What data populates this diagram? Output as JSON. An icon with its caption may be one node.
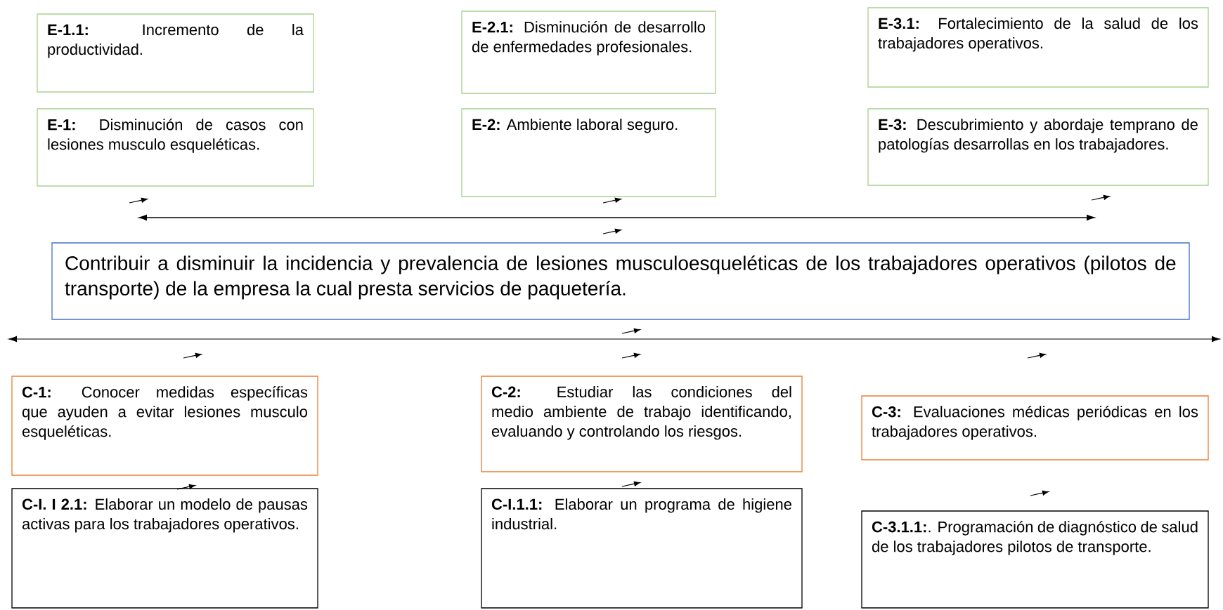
{
  "diagram": {
    "nodes": [
      {
        "text": [
          "**E-1.1:** Incremento de la productividad."
        ]
      },
      {
        "text": [
          "**E-2.1:** Disminución de desarrollo de enfermedades profesionales."
        ]
      },
      {
        "text": [
          "**E-3.1:** Fortalecimiento de la salud de los trabajadores operativos."
        ]
      },
      {
        "text": [
          "**E-1:** Disminución de casos con lesiones musculo esqueléticas."
        ]
      },
      {
        "text": [
          "**E-2:** Ambiente laboral seguro."
        ]
      },
      {
        "text": [
          "**E-3:** Descubrimiento y abordaje temprano de patologías desarrollas en los trabajadores."
        ]
      },
      {
        "text": [
          "Contribuir a disminuir la incidencia y prevalencia de lesiones musculoesqueléticas de los trabajadores operativos (pilotos de transporte) de la empresa la cual presta servicios de paquetería."
        ]
      },
      {
        "text": [
          "**C-1:** Conocer medidas específicas que ayuden a evitar lesiones musculo esqueléticas."
        ]
      },
      {
        "text": [
          "**C-2:** Estudiar las condiciones del medio ambiente de trabajo identificando, evaluando y controlando los riesgos."
        ]
      },
      {
        "text": [
          "**C-3:** Evaluaciones médicas periódicas en los trabajadores operativos."
        ]
      },
      {
        "text": [
          "**C-I. I 2.1:** Elaborar un modelo de pausas activas para los trabajadores operativos."
        ]
      },
      {
        "text": [
          "**C-I.1.1:** Elaborar un programa de higiene industrial."
        ]
      },
      {
        "text": [
          "**C-3.1.1:**. Programación de diagnóstico de salud de los trabajadores pilotos de transporte."
        ]
      }
    ]
  }
}
